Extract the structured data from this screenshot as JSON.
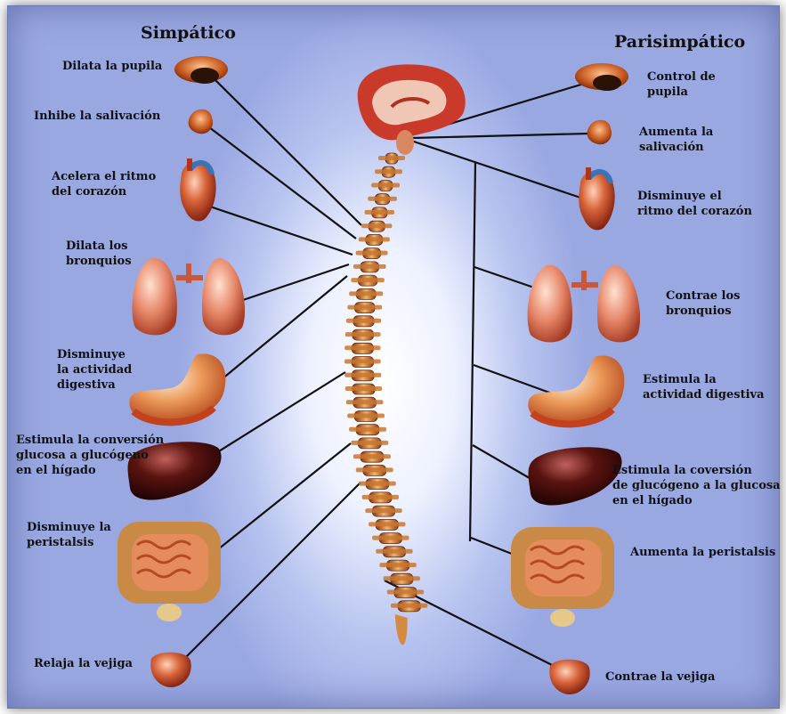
{
  "headers": {
    "sympathetic": "Simpático",
    "parasympathetic": "Parisimpático"
  },
  "sympathetic": [
    {
      "id": "pupil",
      "text": "Dilata la pupila"
    },
    {
      "id": "saliva",
      "text": "Inhibe la salivación"
    },
    {
      "id": "heart",
      "text": "Acelera el ritmo\ndel corazón"
    },
    {
      "id": "lungs",
      "text": "Dilata los\nbronquios"
    },
    {
      "id": "digest",
      "text": "Disminuye\nla actividad\ndigestiva"
    },
    {
      "id": "liver",
      "text": "Estimula la conversión\nglucosa a glucógeno\nen el  hígado"
    },
    {
      "id": "intestine",
      "text": "Disminuye la\nperistalsis"
    },
    {
      "id": "bladder",
      "text": "Relaja la vejiga"
    }
  ],
  "parasympathetic": [
    {
      "id": "pupil",
      "text": "Control de\npupila"
    },
    {
      "id": "saliva",
      "text": "Aumenta la\nsalivación"
    },
    {
      "id": "heart",
      "text": "Disminuye el\nritmo del corazón"
    },
    {
      "id": "lungs",
      "text": "Contrae los\nbronquios"
    },
    {
      "id": "digest",
      "text": "Estimula  la\nactividad digestiva"
    },
    {
      "id": "liver",
      "text": "Estimula la coversión\nde glucógeno a la glucosa\nen el hígado"
    },
    {
      "id": "intestine",
      "text": "Aumenta la peristalsis"
    },
    {
      "id": "bladder",
      "text": "Contrae la vejiga"
    }
  ],
  "colors": {
    "organ": "#c2421e",
    "spine": "#d78a3e",
    "brain": "#c93a2b",
    "liver": "#4a0f0c",
    "line": "#111111"
  }
}
